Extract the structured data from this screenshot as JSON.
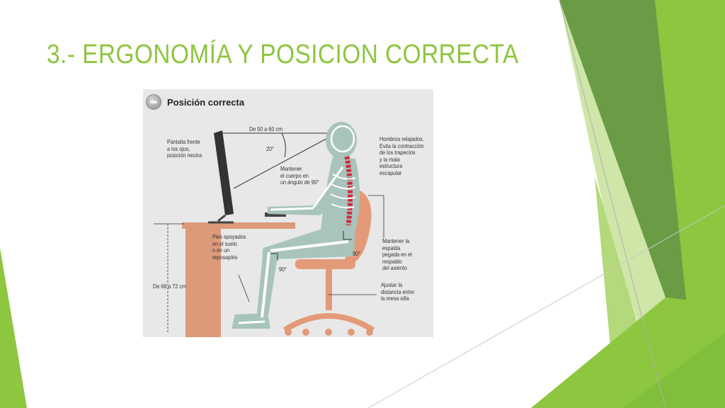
{
  "slide": {
    "title": "3.- ERGONOMÍA Y POSICION CORRECTA"
  },
  "figure": {
    "heading": "Posición correcta",
    "labels": {
      "distance": "De 50 a 60 cm",
      "screen_angle": "20°",
      "screen": "Pantalla frente\na los ojos,\nposición neutra",
      "body_angle": "Mantener\nel cuerpo en\nun ángulo de 90°",
      "shoulders": "Hombros relajados.\nEvita la contracción\nde los trapecios\ny la mala\nestructura\nescapular",
      "feet": "Pies apoyados\nen el suelo\no en un\nreposapiés",
      "back": "Mantener la espalda\npegada en el respaldo\ndel asiento",
      "knee_angle": "90°",
      "hip_angle": "90°",
      "desk_height": "De 68 a 72 cm",
      "chair_distance": "Ajustar la\ndistancia entre\nla mesa silla"
    }
  },
  "colors": {
    "title": "#8dc63f",
    "accent_dark": "#5a9a32",
    "accent_light": "#9fd04a",
    "chair": "#e39a79",
    "desk": "#dd9a7a",
    "body": "#a8c4bc",
    "spine": "#d12a3a"
  }
}
